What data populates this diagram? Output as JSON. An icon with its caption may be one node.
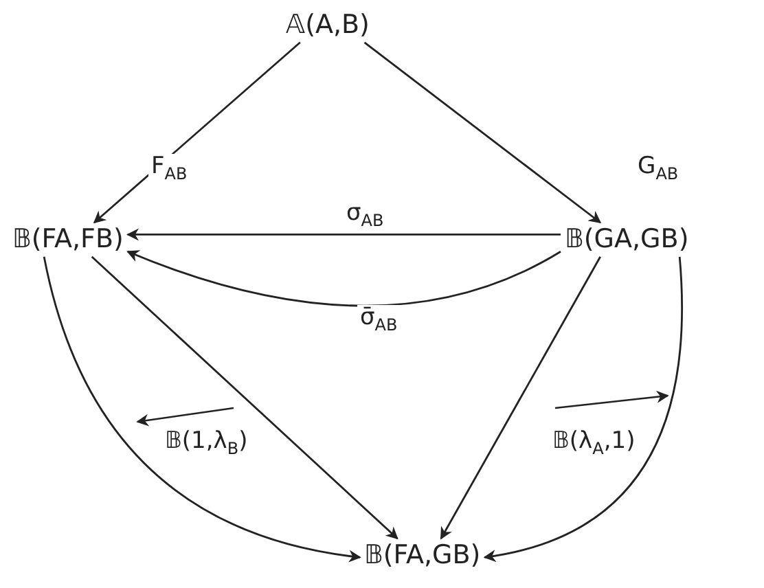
{
  "diagram": {
    "nodes": [
      {
        "text": [
          "𝔸(A,B)"
        ]
      },
      {
        "text": [
          "𝔹(FA,FB)"
        ]
      },
      {
        "text": [
          "𝔹(GA,GB)"
        ]
      },
      {
        "text": [
          "𝔹(FA,GB)"
        ]
      }
    ],
    "edges": [
      {
        "from": 0,
        "to": 1,
        "arrow": "to",
        "label": "F$_{AB}$"
      },
      {
        "from": 0,
        "to": 2,
        "arrow": "to",
        "label": "G$_{AB}$"
      },
      {
        "from": 2,
        "to": 1,
        "arrow": "to",
        "label": "σ$_{AB}$"
      },
      {
        "from": 2,
        "to": 1,
        "arrow": "to",
        "label": "σ̄$_{AB}$"
      },
      {
        "from": 1,
        "to": 3,
        "arrow": "to"
      },
      {
        "from": 1,
        "to": 3,
        "arrow": "to"
      },
      {
        "from": 2,
        "to": 3,
        "arrow": "to"
      },
      {
        "from": 2,
        "to": 3,
        "arrow": "to"
      }
    ],
    "labels": [
      "𝔹(1,λ$_{B}$)",
      "𝔹(λ$_{A}$,1)"
    ]
  }
}
